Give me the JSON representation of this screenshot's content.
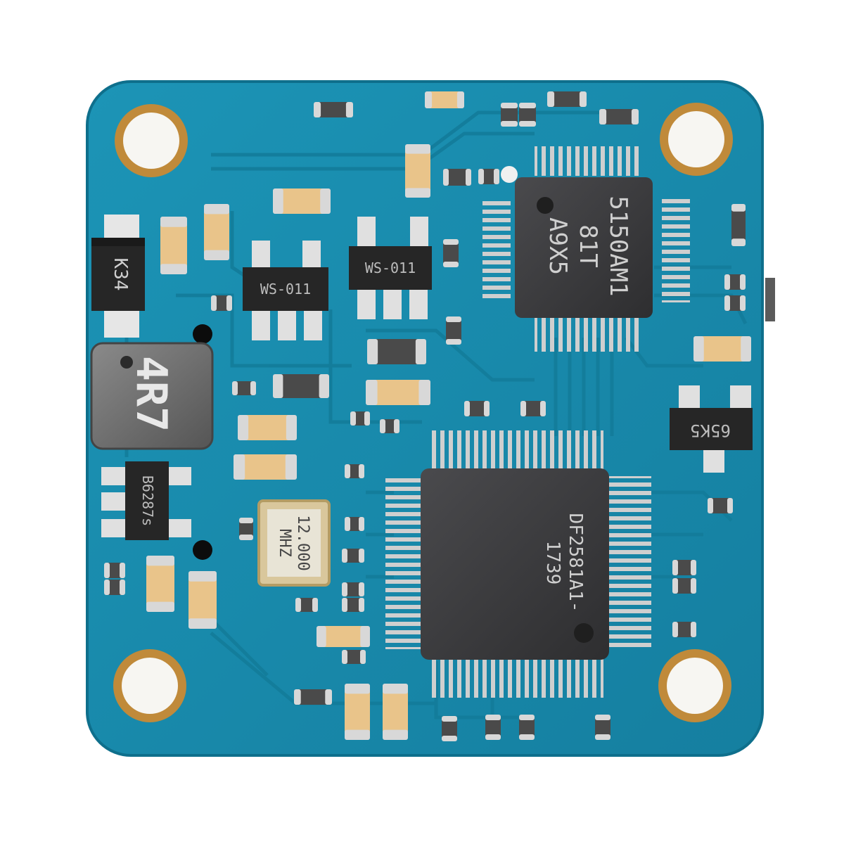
{
  "photo": {
    "subject": "pcb-module",
    "colors": {
      "board": "#1a8fb0",
      "board_edge": "#2aa7c8",
      "trace": "#117a97",
      "copper_ring": "#c08a3a",
      "hole": "#f7f6f2",
      "chip": "#3a3a3c",
      "chip_text": "#cfcfcf",
      "pin": "#c9c9c9",
      "cap_body": "#e9c48a",
      "cap_end": "#d8d8d8",
      "inductor": "#6b6b6b"
    }
  },
  "markings": {
    "tqfp_small": [
      "5150AM1",
      "81T",
      "A9X5"
    ],
    "tqfp_large": [
      "1739",
      "DF2581A1-"
    ],
    "inductor": "4R7",
    "crystal": [
      "12.000",
      "MHZ"
    ],
    "diode": "K34",
    "reg_left": "WS-011",
    "reg_right": "WS-011",
    "sot_right": "65K5",
    "sot_bottom_left": "B6287s"
  }
}
